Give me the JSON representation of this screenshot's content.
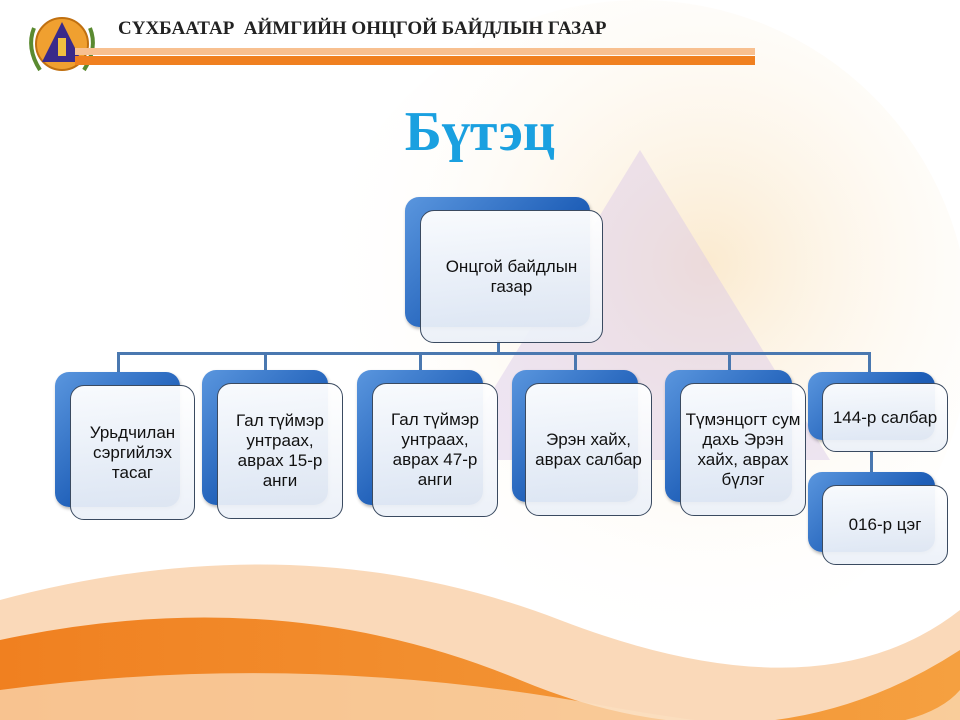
{
  "header": {
    "title": "СҮХБААТАР  АЙМГИЙН ОНЦГОЙ БАЙДЛЫН ГАЗАР",
    "logo": "emergency-agency-emblem"
  },
  "slide_title": "Бүтэц",
  "org": {
    "root": "Онцгой байдлын газар",
    "children": [
      "Урьдчилан сэргийлэх тасаг",
      "Гал түймэр унтраах, аврах 15-р анги",
      "Гал түймэр унтраах, аврах 47-р анги",
      "Эрэн хайх, аврах салбар",
      "Түмэнцогт сум дахь Эрэн хайх, аврах бүлэг",
      "144-р салбар"
    ],
    "sub_child": "016-р цэг"
  },
  "colors": {
    "accent": "#f08020",
    "title": "#1aa0e0",
    "box": "#2a66c0"
  }
}
